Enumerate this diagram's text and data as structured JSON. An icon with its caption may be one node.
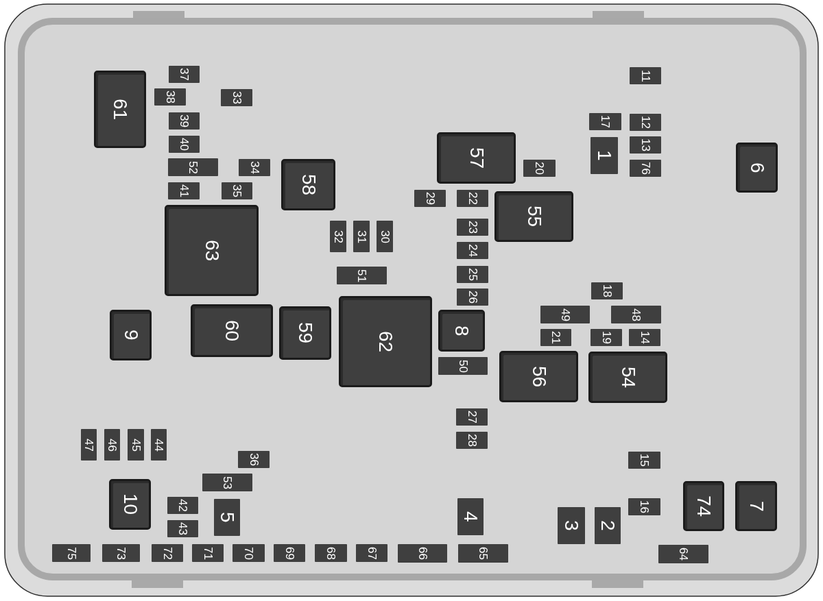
{
  "diagram": {
    "nodes": [
      {
        "text": [
          "1"
        ]
      },
      {
        "text": [
          "2"
        ]
      },
      {
        "text": [
          "3"
        ]
      },
      {
        "text": [
          "4"
        ]
      },
      {
        "text": [
          "5"
        ]
      },
      {
        "text": [
          "6"
        ]
      },
      {
        "text": [
          "7"
        ]
      },
      {
        "text": [
          "8"
        ]
      },
      {
        "text": [
          "9"
        ]
      },
      {
        "text": [
          "10"
        ]
      },
      {
        "text": [
          "11"
        ]
      },
      {
        "text": [
          "12"
        ]
      },
      {
        "text": [
          "13"
        ]
      },
      {
        "text": [
          "14"
        ]
      },
      {
        "text": [
          "15"
        ]
      },
      {
        "text": [
          "16"
        ]
      },
      {
        "text": [
          "17"
        ]
      },
      {
        "text": [
          "18"
        ]
      },
      {
        "text": [
          "19"
        ]
      },
      {
        "text": [
          "20"
        ]
      },
      {
        "text": [
          "21"
        ]
      },
      {
        "text": [
          "22"
        ]
      },
      {
        "text": [
          "23"
        ]
      },
      {
        "text": [
          "24"
        ]
      },
      {
        "text": [
          "25"
        ]
      },
      {
        "text": [
          "26"
        ]
      },
      {
        "text": [
          "27"
        ]
      },
      {
        "text": [
          "28"
        ]
      },
      {
        "text": [
          "29"
        ]
      },
      {
        "text": [
          "30"
        ]
      },
      {
        "text": [
          "31"
        ]
      },
      {
        "text": [
          "32"
        ]
      },
      {
        "text": [
          "33"
        ]
      },
      {
        "text": [
          "34"
        ]
      },
      {
        "text": [
          "35"
        ]
      },
      {
        "text": [
          "36"
        ]
      },
      {
        "text": [
          "37"
        ]
      },
      {
        "text": [
          "38"
        ]
      },
      {
        "text": [
          "39"
        ]
      },
      {
        "text": [
          "40"
        ]
      },
      {
        "text": [
          "41"
        ]
      },
      {
        "text": [
          "42"
        ]
      },
      {
        "text": [
          "43"
        ]
      },
      {
        "text": [
          "44"
        ]
      },
      {
        "text": [
          "45"
        ]
      },
      {
        "text": [
          "46"
        ]
      },
      {
        "text": [
          "47"
        ]
      },
      {
        "text": [
          "48"
        ]
      },
      {
        "text": [
          "49"
        ]
      },
      {
        "text": [
          "50"
        ]
      },
      {
        "text": [
          "51"
        ]
      },
      {
        "text": [
          "52"
        ]
      },
      {
        "text": [
          "53"
        ]
      },
      {
        "text": [
          "54"
        ]
      },
      {
        "text": [
          "55"
        ]
      },
      {
        "text": [
          "56"
        ]
      },
      {
        "text": [
          "57"
        ]
      },
      {
        "text": [
          "58"
        ]
      },
      {
        "text": [
          "59"
        ]
      },
      {
        "text": [
          "60"
        ]
      },
      {
        "text": [
          "61"
        ]
      },
      {
        "text": [
          "62"
        ]
      },
      {
        "text": [
          "63"
        ]
      },
      {
        "text": [
          "64"
        ]
      },
      {
        "text": [
          "65"
        ]
      },
      {
        "text": [
          "66"
        ]
      },
      {
        "text": [
          "67"
        ]
      },
      {
        "text": [
          "68"
        ]
      },
      {
        "text": [
          "69"
        ]
      },
      {
        "text": [
          "70"
        ]
      },
      {
        "text": [
          "71"
        ]
      },
      {
        "text": [
          "72"
        ]
      },
      {
        "text": [
          "73"
        ]
      },
      {
        "text": [
          "74"
        ]
      },
      {
        "text": [
          "75"
        ]
      },
      {
        "text": [
          "76"
        ]
      }
    ]
  }
}
